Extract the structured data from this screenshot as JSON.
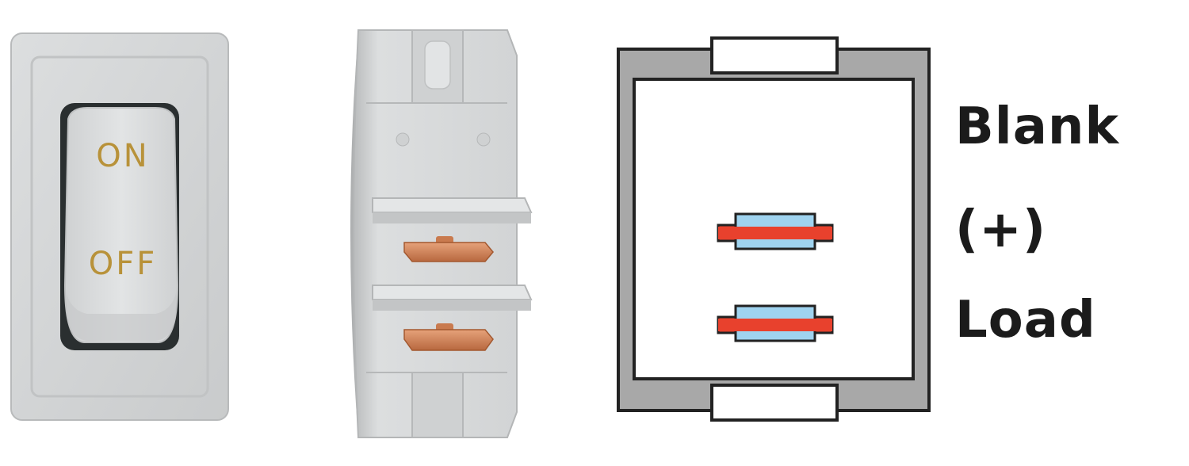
{
  "switch_front": {
    "on_label": "ON",
    "off_label": "OFF",
    "body_color": "#d5d7d8",
    "rocker_color": "#dcdedf",
    "lettering_color": "#b8923a"
  },
  "switch_side": {
    "body_color": "#d8dadb",
    "terminal_color": "#d48a60"
  },
  "wiring_diagram": {
    "frame_color": "#a8a8a8",
    "outline_color": "#222222",
    "terminal_outer_color": "#e8412d",
    "terminal_inner_color": "#9fd3ef",
    "terminals": [
      {
        "id": "blank",
        "present": false
      },
      {
        "id": "plus",
        "present": true
      },
      {
        "id": "load",
        "present": true
      }
    ]
  },
  "legend": {
    "blank": "Blank",
    "plus": "(+)",
    "load": "Load"
  }
}
